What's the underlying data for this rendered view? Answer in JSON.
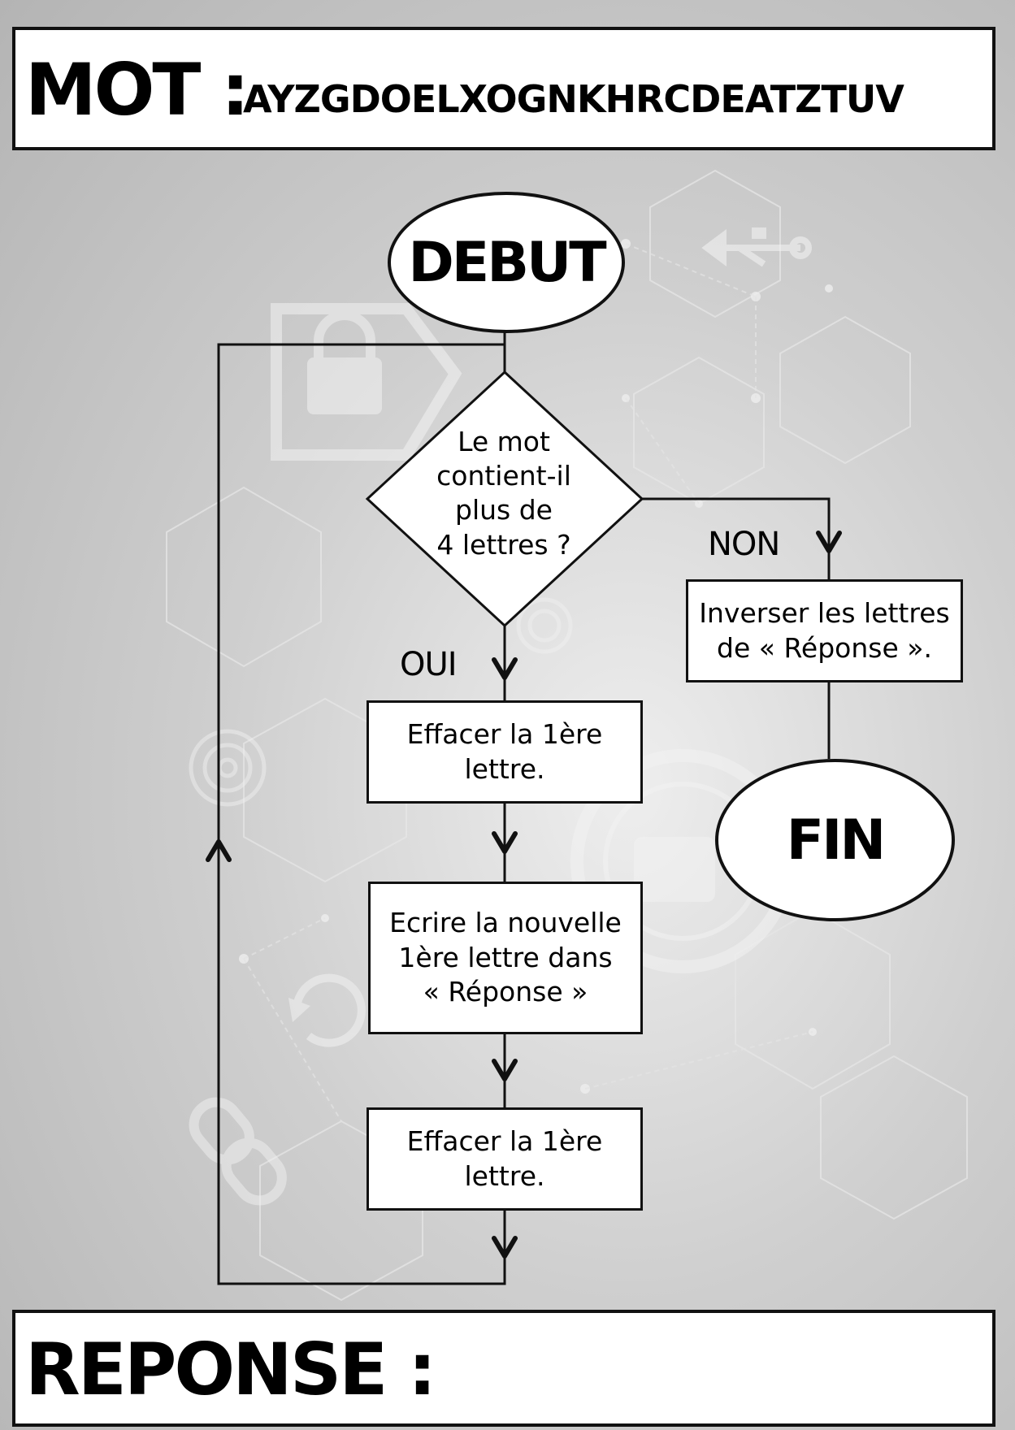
{
  "header": {
    "label": "MOT :",
    "value": "AYZGDOELXOGNKHRCDEATZTUV"
  },
  "footer": {
    "label": "REPONSE :"
  },
  "flowchart": {
    "start": "DEBUT",
    "end": "FIN",
    "decision": {
      "line1": "Le mot",
      "line2": "contient-il",
      "line3": "plus de",
      "line4": "4 lettres ?"
    },
    "yes_label": "OUI",
    "no_label": "NON",
    "step_erase_1": {
      "line1": "Effacer la 1ère",
      "line2": "lettre."
    },
    "step_write": {
      "line1": "Ecrire la nouvelle",
      "line2": "1ère lettre dans",
      "line3": "« Réponse »"
    },
    "step_erase_2": {
      "line1": "Effacer la 1ère",
      "line2": "lettre."
    },
    "step_invert": {
      "line1": "Inverser les lettres",
      "line2": "de « Réponse »."
    }
  },
  "background_icons": [
    "hexagon-network",
    "usb-icon",
    "padlock-icon",
    "fingerprint-icon",
    "refresh-icon",
    "link-icon"
  ],
  "colors": {
    "stroke": "#111111",
    "box_fill": "#ffffff",
    "background": "#c8c8c8"
  }
}
